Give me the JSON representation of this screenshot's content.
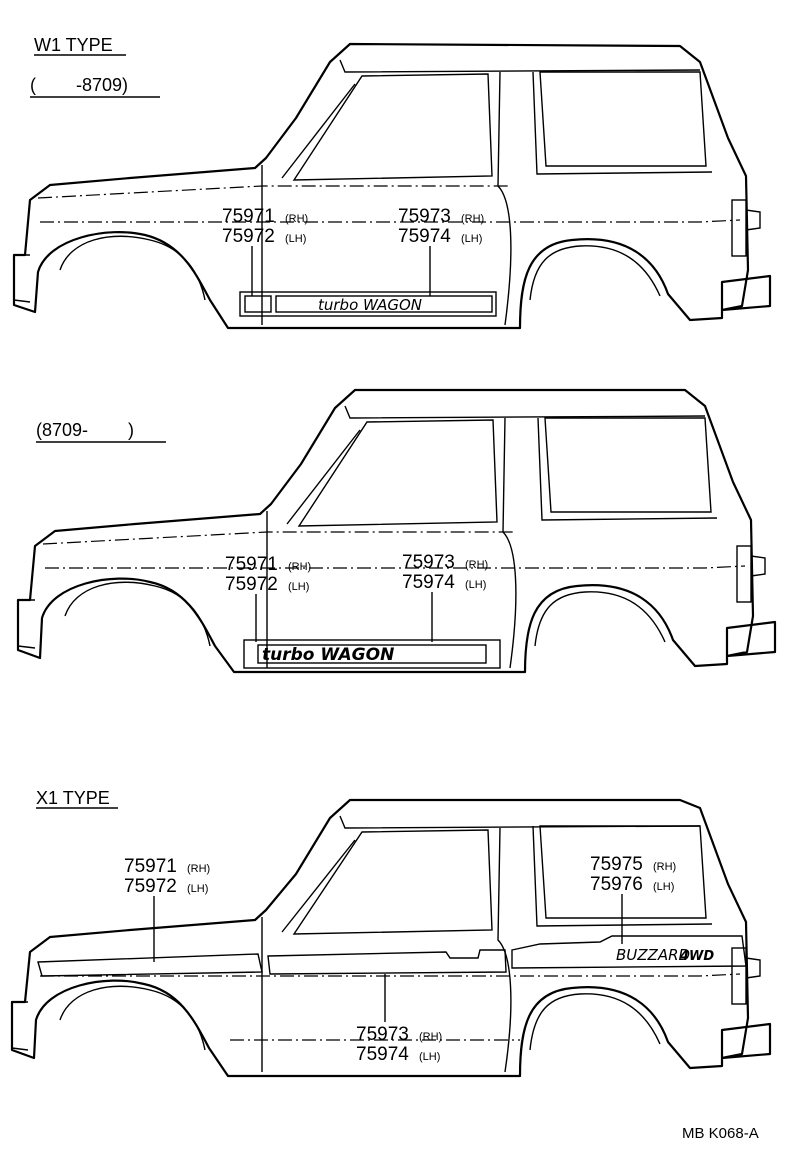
{
  "sections": [
    {
      "type_label": "W1 TYPE",
      "period_label": "(        -8709)",
      "callouts": [
        {
          "part": "75971",
          "side": "(RH)"
        },
        {
          "part": "75972",
          "side": "(LH)"
        },
        {
          "part": "75973",
          "side": "(RH)"
        },
        {
          "part": "75974",
          "side": "(LH)"
        }
      ],
      "decal_text": "turbo WAGON"
    },
    {
      "type_label": "",
      "period_label": "(8709-        )",
      "callouts": [
        {
          "part": "75971",
          "side": "(RH)"
        },
        {
          "part": "75972",
          "side": "(LH)"
        },
        {
          "part": "75973",
          "side": "(RH)"
        },
        {
          "part": "75974",
          "side": "(LH)"
        }
      ],
      "decal_text": "turbo WAGON"
    },
    {
      "type_label": "X1 TYPE",
      "period_label": "",
      "callouts": [
        {
          "part": "75971",
          "side": "(RH)"
        },
        {
          "part": "75972",
          "side": "(LH)"
        },
        {
          "part": "75975",
          "side": "(RH)"
        },
        {
          "part": "75976",
          "side": "(LH)"
        },
        {
          "part": "75973",
          "side": "(RH)"
        },
        {
          "part": "75974",
          "side": "(LH)"
        }
      ],
      "decal_text": "BUZZARD",
      "decal_text_2": "4WD"
    }
  ],
  "diagram_code": "MB K068-A"
}
